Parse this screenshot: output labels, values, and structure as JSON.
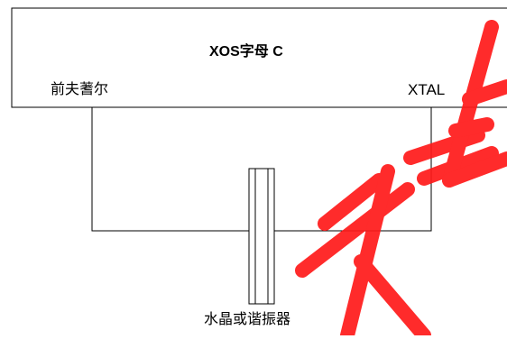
{
  "diagram": {
    "chip_title": "XOS字母 C",
    "left_pin_label": "前夫蓍尔",
    "right_pin_label": "XTAL",
    "crystal_label": "水晶或谐振器"
  },
  "colors": {
    "line": "#000000",
    "watermark": "#ff1a1a",
    "background": "#ffffff"
  }
}
